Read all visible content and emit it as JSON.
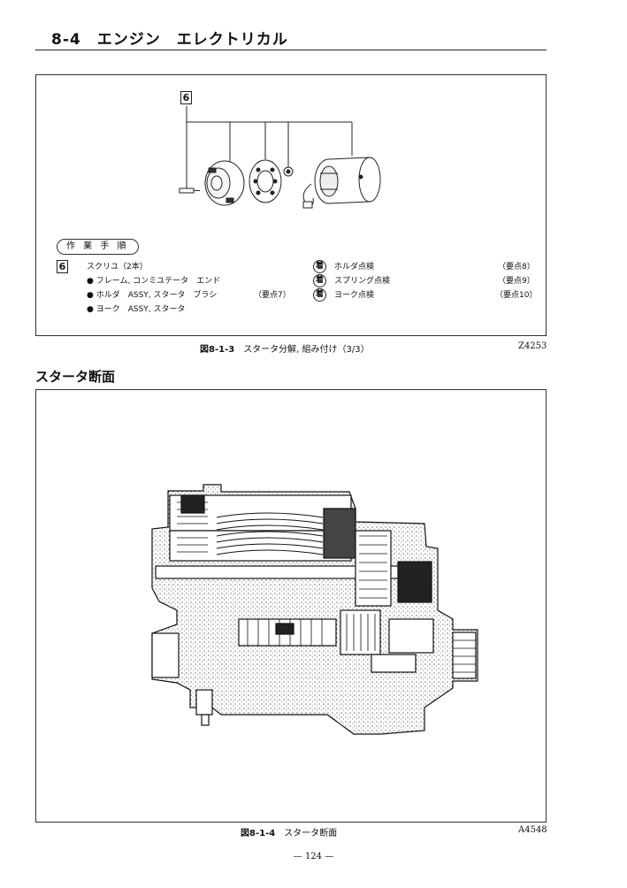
{
  "header": {
    "title": "8-4　エンジン　エレクトリカル"
  },
  "figure1": {
    "callout_number": "6",
    "procedure_label": "作 業 手 順",
    "steps": [
      {
        "number": "6",
        "title": "スクリユ（2本）",
        "items": [
          {
            "text": "フレーム, コンミユテータ　エンド",
            "point": ""
          },
          {
            "text": "ホルダ　ASSY, スタータ　ブラシ",
            "point": "（要点7）"
          },
          {
            "text": "ヨーク　ASSY, スタータ",
            "point": ""
          }
        ]
      }
    ],
    "inspections": [
      {
        "badge": "着",
        "text": "ホルダ点検",
        "point": "（要点8）"
      },
      {
        "badge": "着",
        "text": "スプリング点検",
        "point": "（要点9）"
      },
      {
        "badge": "着",
        "text": "ヨーク点検",
        "point": "（要点10）"
      }
    ],
    "caption_id": "図8-1-3",
    "caption_text": "スタータ分解, 組み付け（3/3）",
    "code": "Z4253"
  },
  "section": {
    "title": "スタータ断面"
  },
  "figure2": {
    "caption_id": "図8-1-4",
    "caption_text": "スタータ断面",
    "code": "A4548"
  },
  "footer": {
    "page": "— 124 —"
  }
}
